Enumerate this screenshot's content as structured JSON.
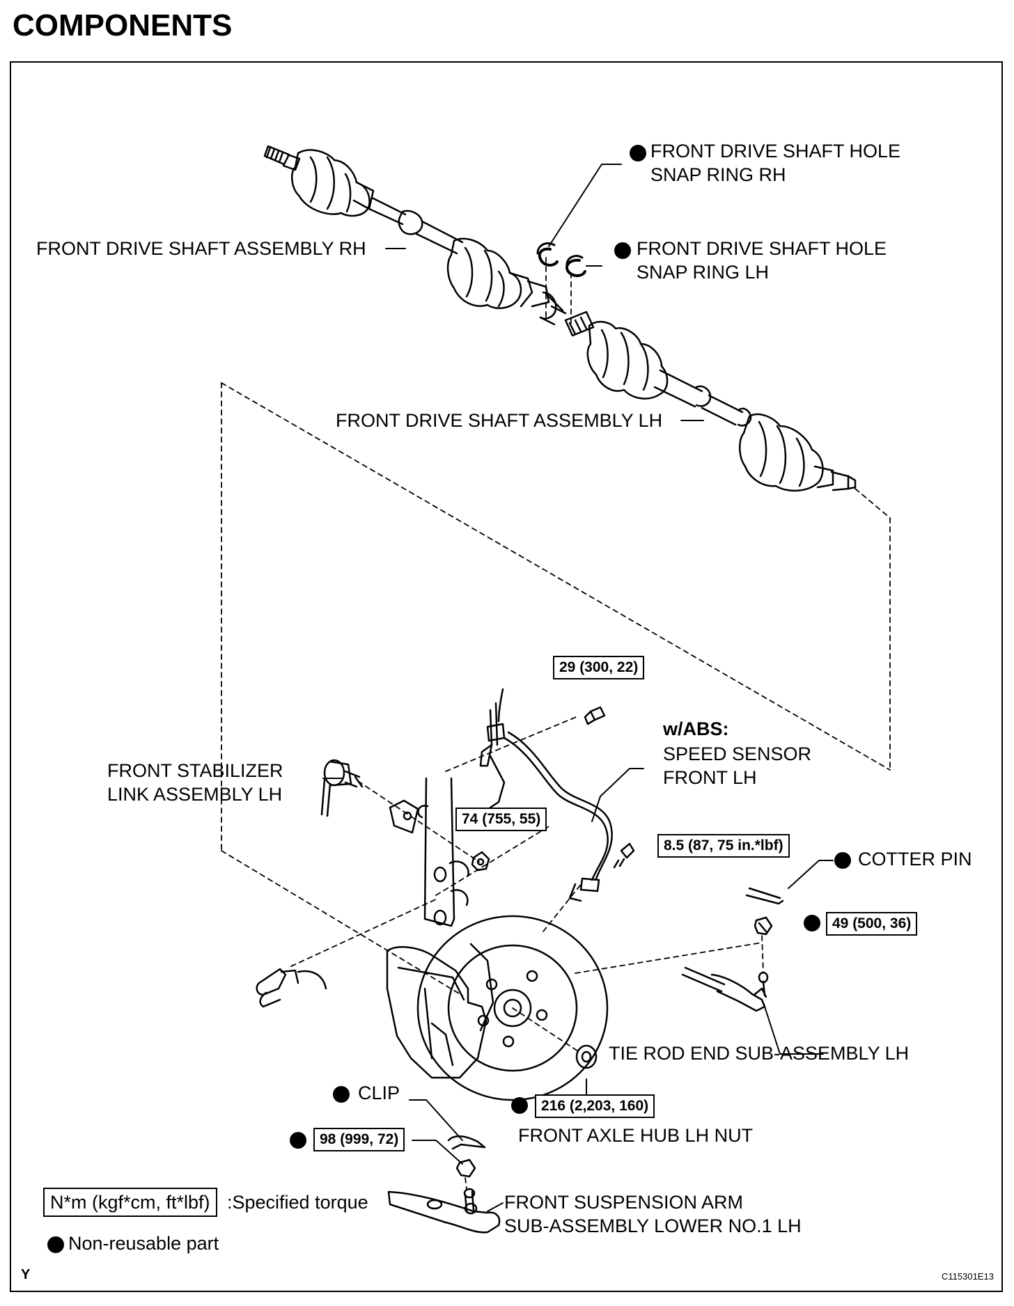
{
  "title": "COMPONENTS",
  "labels": {
    "rh_shaft": "FRONT DRIVE SHAFT ASSEMBLY RH",
    "lh_shaft": "FRONT DRIVE SHAFT ASSEMBLY LH",
    "snap_rh_1": "FRONT DRIVE SHAFT HOLE",
    "snap_rh_2": "SNAP RING RH",
    "snap_lh_1": "FRONT DRIVE SHAFT HOLE",
    "snap_lh_2": "SNAP RING LH",
    "stab_1": "FRONT STABILIZER",
    "stab_2": "LINK ASSEMBLY LH",
    "abs_title": "w/ABS:",
    "sensor_1": "SPEED SENSOR",
    "sensor_2": "FRONT LH",
    "cotter": "COTTER PIN",
    "tierod": "TIE ROD END SUB-ASSEMBLY LH",
    "clip": "CLIP",
    "hubnut": "FRONT AXLE HUB LH NUT",
    "arm_1": "FRONT SUSPENSION ARM",
    "arm_2": "SUB-ASSEMBLY LOWER NO.1 LH"
  },
  "torques": {
    "t29": "29 (300, 22)",
    "t74": "74 (755, 55)",
    "t85": "8.5 (87, 75 in.*lbf)",
    "t49": "49 (500, 36)",
    "t216": "216 (2,203, 160)",
    "t98": "98 (999, 72)"
  },
  "legend": {
    "torque_unit": "N*m (kgf*cm, ft*lbf)",
    "torque_desc": ":Specified torque",
    "nonreusable": "Non-reusable part"
  },
  "corner_code": "Y",
  "figure_code": "C115301E13"
}
